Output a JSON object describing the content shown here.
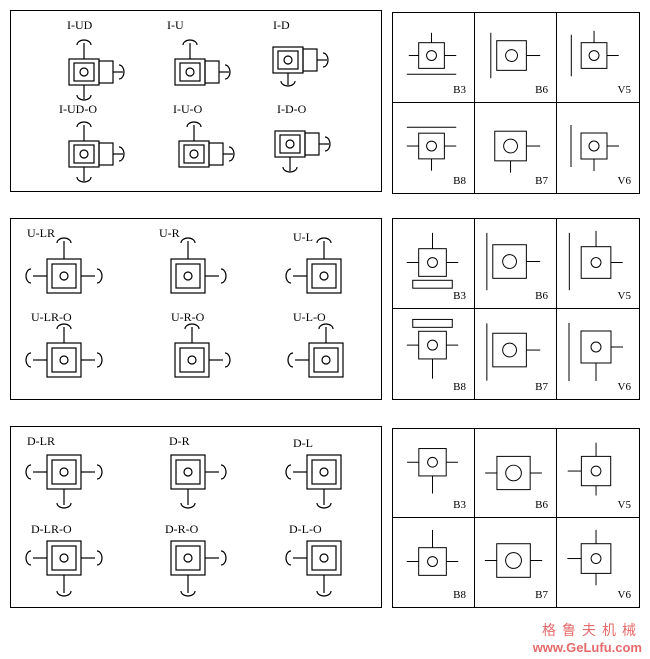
{
  "groups": [
    {
      "id": "i",
      "variants": [
        "I-UD",
        "I-U",
        "I-D",
        "I-UD-O",
        "I-U-O",
        "I-D-O"
      ],
      "mounts": [
        "B3",
        "B6",
        "V5",
        "B8",
        "B7",
        "V6"
      ]
    },
    {
      "id": "u",
      "variants": [
        "U-LR",
        "U-R",
        "U-L",
        "U-LR-O",
        "U-R-O",
        "U-L-O"
      ],
      "mounts": [
        "B3",
        "B6",
        "V5",
        "B8",
        "B7",
        "V6"
      ]
    },
    {
      "id": "d",
      "variants": [
        "D-LR",
        "D-R",
        "D-L",
        "D-LR-O",
        "D-R-O",
        "D-L-O"
      ],
      "mounts": [
        "B3",
        "B6",
        "V5",
        "B8",
        "B7",
        "V6"
      ]
    }
  ],
  "watermark": {
    "cn": "格鲁夫机械",
    "url": "www.GeLufu.com",
    "color": "#e46b6b"
  }
}
